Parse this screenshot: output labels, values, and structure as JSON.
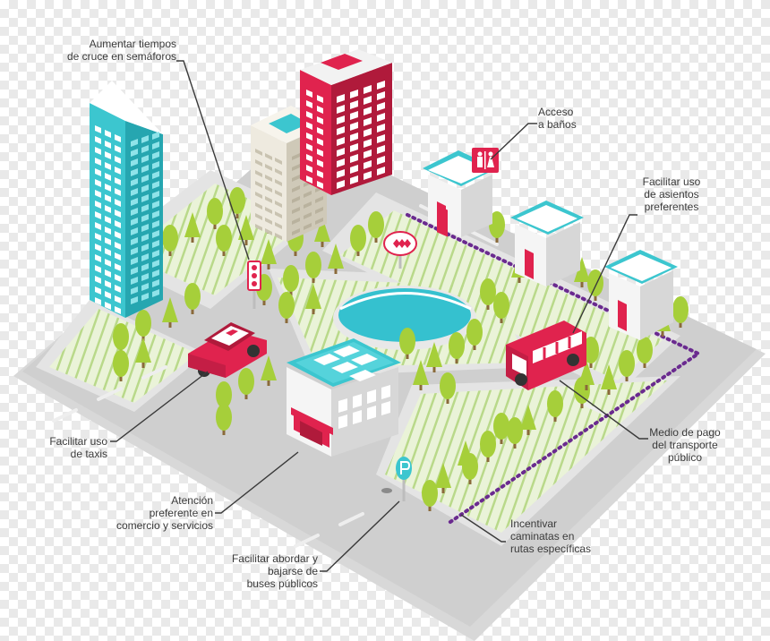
{
  "colors": {
    "road": "#c9c9c9",
    "road_dark": "#b3b3b3",
    "road_edge": "#d8d8d8",
    "sidewalk": "#e4e4e4",
    "park": "#eaf3d8",
    "stripe": "#b9d98a",
    "tree": "#a6cf3a",
    "tree_dark": "#7fb22b",
    "trunk": "#8a6a3a",
    "teal": "#3cc6cf",
    "teal_dark": "#26a6b0",
    "red": "#e0234e",
    "red_dark": "#b01a3b",
    "beige": "#eeeadf",
    "beige_dark": "#cfc9b8",
    "white_bldg": "#f5f5f5",
    "white_dark": "#d7d7d7",
    "water": "#35c1cf",
    "path_dots": "#6a2a8f",
    "line": "#3a3a3a"
  },
  "icons": [
    "traffic-light-icon",
    "restroom-icon",
    "metro-diamond-icon",
    "bus-stop-icon"
  ],
  "labels": {
    "semaforos": "Aumentar tiempos\nde cruce en semáforos",
    "banos": "Acceso\na baños",
    "asientos": "Facilitar uso\nde asientos\npreferentes",
    "taxis": "Facilitar uso\nde taxis",
    "comercio": "Atención\npreferente en\ncomercio y servicios",
    "buses": "Facilitar abordar y\nbajarse de\nbuses públicos",
    "pago": "Medio de pago\ndel transporte\npúblico",
    "caminatas": "Incentivar\ncaminatas en\nrutas específicas"
  }
}
